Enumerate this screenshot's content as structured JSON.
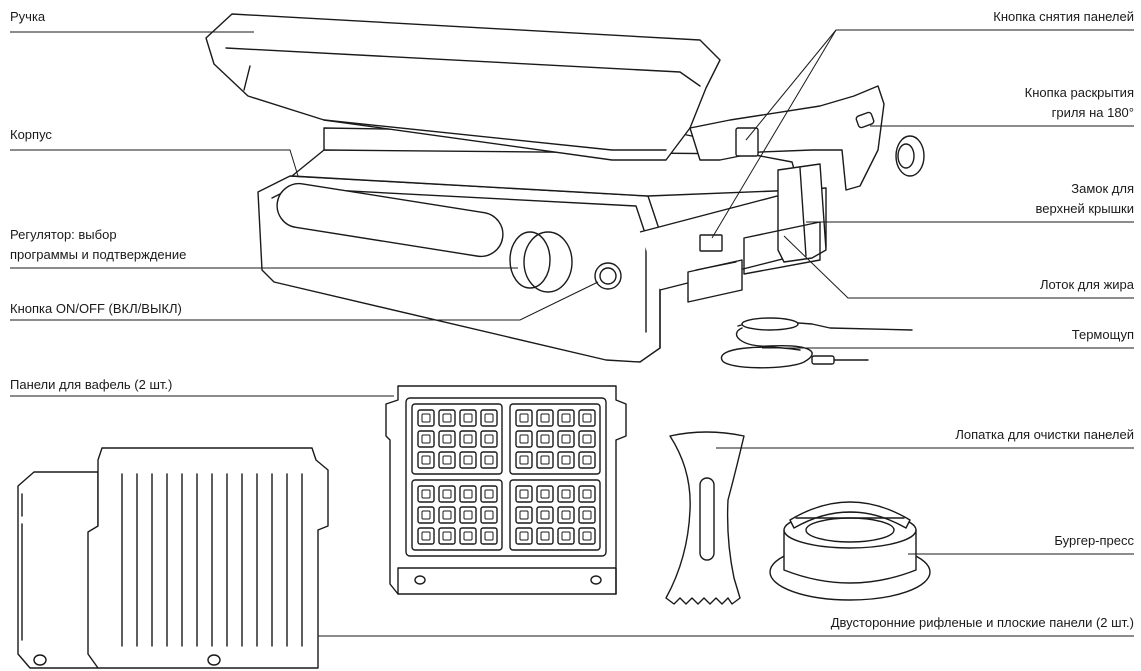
{
  "labels": {
    "handle": "Ручка",
    "body": "Корпус",
    "dial_line1": "Регулятор: выбор",
    "dial_line2": "программы и подтверждение",
    "power": "Кнопка ON/OFF (ВКЛ/ВЫКЛ)",
    "waffle_plates": "Панели для вафель (2 шт.)",
    "plate_release": "Кнопка снятия панелей",
    "open180_line1": "Кнопка раскрытия",
    "open180_line2": "гриля на 180°",
    "lid_lock_line1": "Замок для",
    "lid_lock_line2": "верхней крышки",
    "drip_tray": "Лоток для жира",
    "probe": "Термощуп",
    "scraper": "Лопатка для очистки панелей",
    "burger_press": "Бургер-пресс",
    "reversible_plates": "Двусторонние рифленые и плоские панели  (2 шт.)"
  }
}
